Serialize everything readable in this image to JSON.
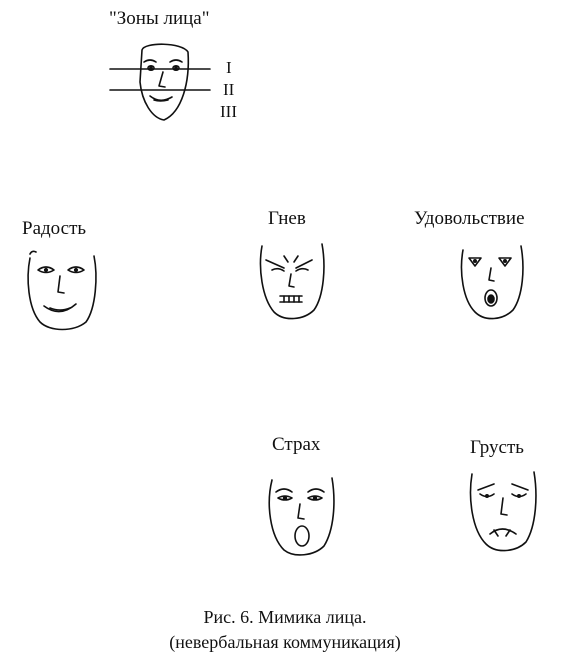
{
  "zones": {
    "title": "\"Зоны лица\"",
    "levels": [
      "I",
      "II",
      "III"
    ]
  },
  "emotions": {
    "joy": "Радость",
    "anger": "Гнев",
    "pleasure": "Удовольствие",
    "fear": "Страх",
    "sadness": "Грусть"
  },
  "caption": {
    "line1": "Рис. 6. Мимика лица.",
    "line2": "(невербальная коммуникация)"
  }
}
